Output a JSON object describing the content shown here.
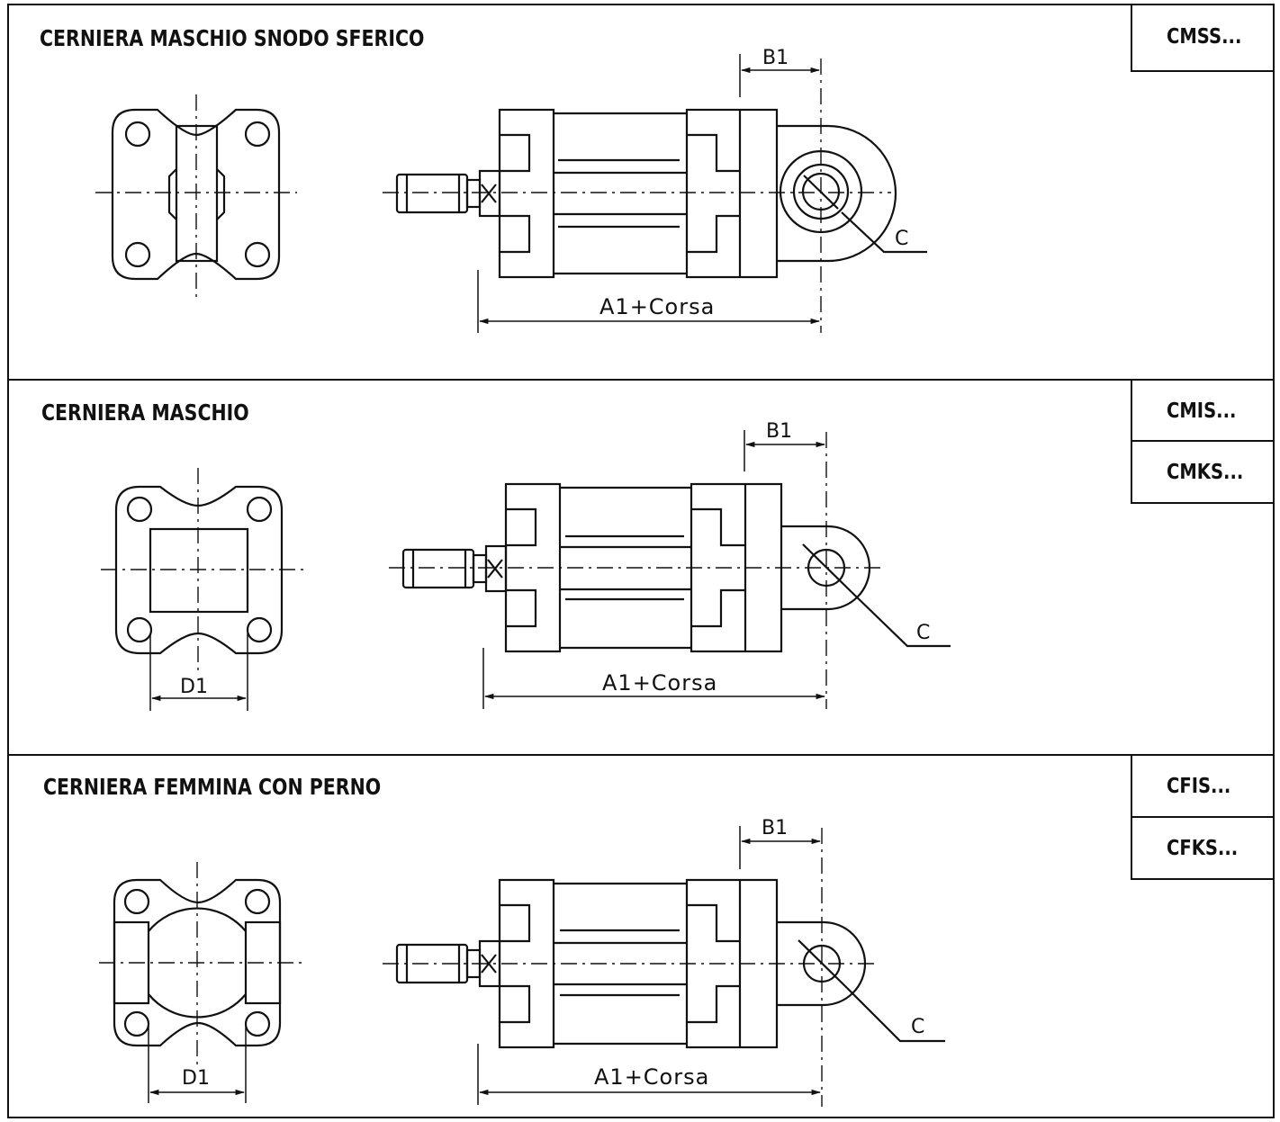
{
  "sections": [
    {
      "title": "CERNIERA MASCHIO SNODO SFERICO",
      "codes": [
        "CMSS..."
      ],
      "labels": {
        "b1": "B1",
        "c": "C",
        "a1": "A1+Corsa"
      }
    },
    {
      "title": "CERNIERA MASCHIO",
      "codes": [
        "CMIS...",
        "CMKS..."
      ],
      "labels": {
        "b1": "B1",
        "c": "C",
        "a1": "A1+Corsa",
        "d1": "D1"
      }
    },
    {
      "title": "CERNIERA FEMMINA CON PERNO",
      "codes": [
        "CFIS...",
        "CFKS..."
      ],
      "labels": {
        "b1": "B1",
        "c": "C",
        "a1": "A1+Corsa",
        "d1": "D1"
      }
    }
  ]
}
